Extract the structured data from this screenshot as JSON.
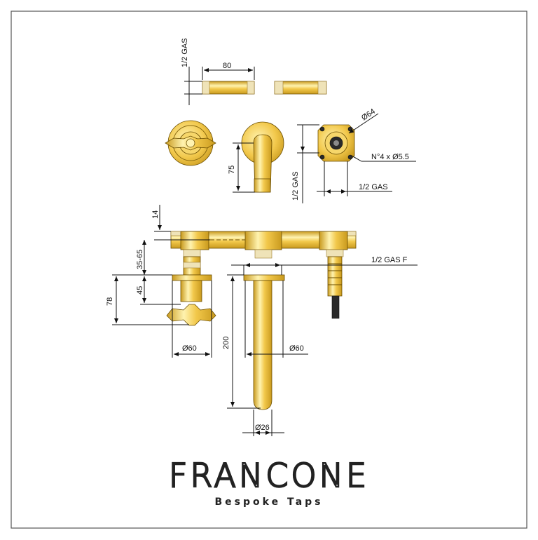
{
  "brand": {
    "name": "FRANCONE",
    "tagline": "Bespoke Taps"
  },
  "dimensions": {
    "top_gas": "1/2 GAS",
    "length_80": "80",
    "dia_64": "Ø64",
    "height_75": "75",
    "side_gas": "1/2 GAS",
    "holes": "N°4 x Ø5.5",
    "plate_gas": "1/2 GAS",
    "d14": "14",
    "d35_65": "35-65",
    "d45": "45",
    "d78": "78",
    "gas_f": "1/2 GAS F",
    "dia60_left": "Ø60",
    "dia60_right": "Ø60",
    "d200": "200",
    "dia26": "Ø26"
  },
  "colors": {
    "gold_light": "#fff3b0",
    "gold_mid": "#f2c84b",
    "gold_dark": "#c99a1e",
    "border": "#555555"
  }
}
